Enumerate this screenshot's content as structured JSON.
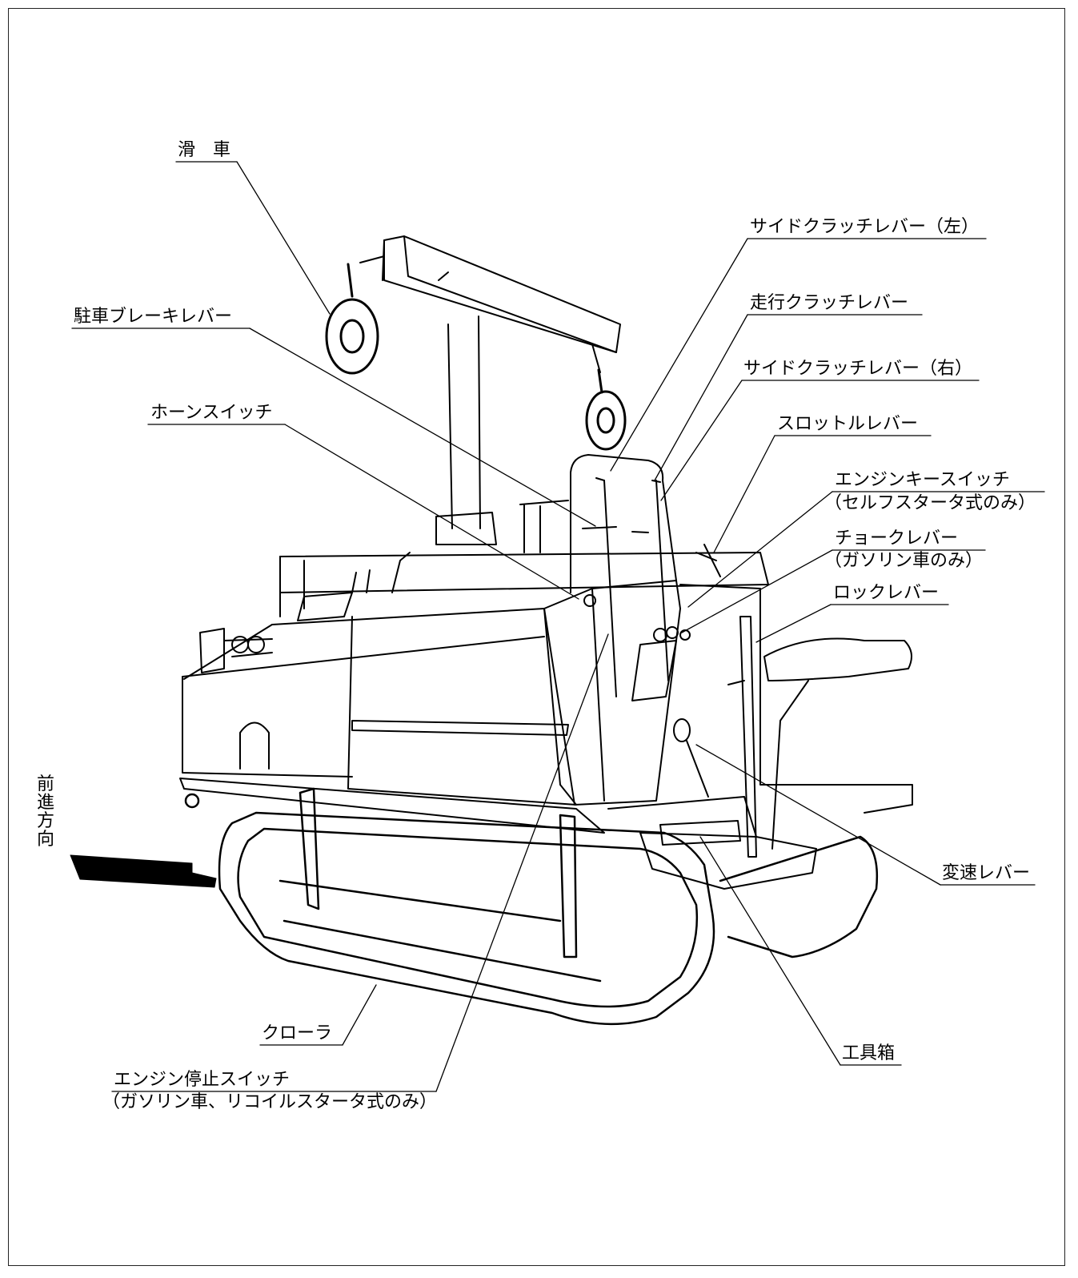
{
  "labels": {
    "pulley": "滑　車",
    "side_clutch_left": "サイドクラッチレバー（左）",
    "travel_clutch": "走行クラッチレバー",
    "parking_brake": "駐車ブレーキレバー",
    "side_clutch_right": "サイドクラッチレバー（右）",
    "horn_switch": "ホーンスイッチ",
    "throttle": "スロットルレバー",
    "engine_key_switch": "エンジンキースイッチ",
    "engine_key_note": "（セルフスタータ式のみ）",
    "choke": "チョークレバー",
    "choke_note": "（ガソリン車のみ）",
    "lock_lever": "ロックレバー",
    "direction": "前進方向",
    "gear_lever": "変速レバー",
    "crawler": "クローラ",
    "toolbox": "工具箱",
    "engine_stop_switch": "エンジン停止スイッチ",
    "engine_stop_note": "（ガソリン車、リコイルスタータ式のみ）"
  },
  "colors": {
    "line": "#000000",
    "background": "#ffffff"
  }
}
